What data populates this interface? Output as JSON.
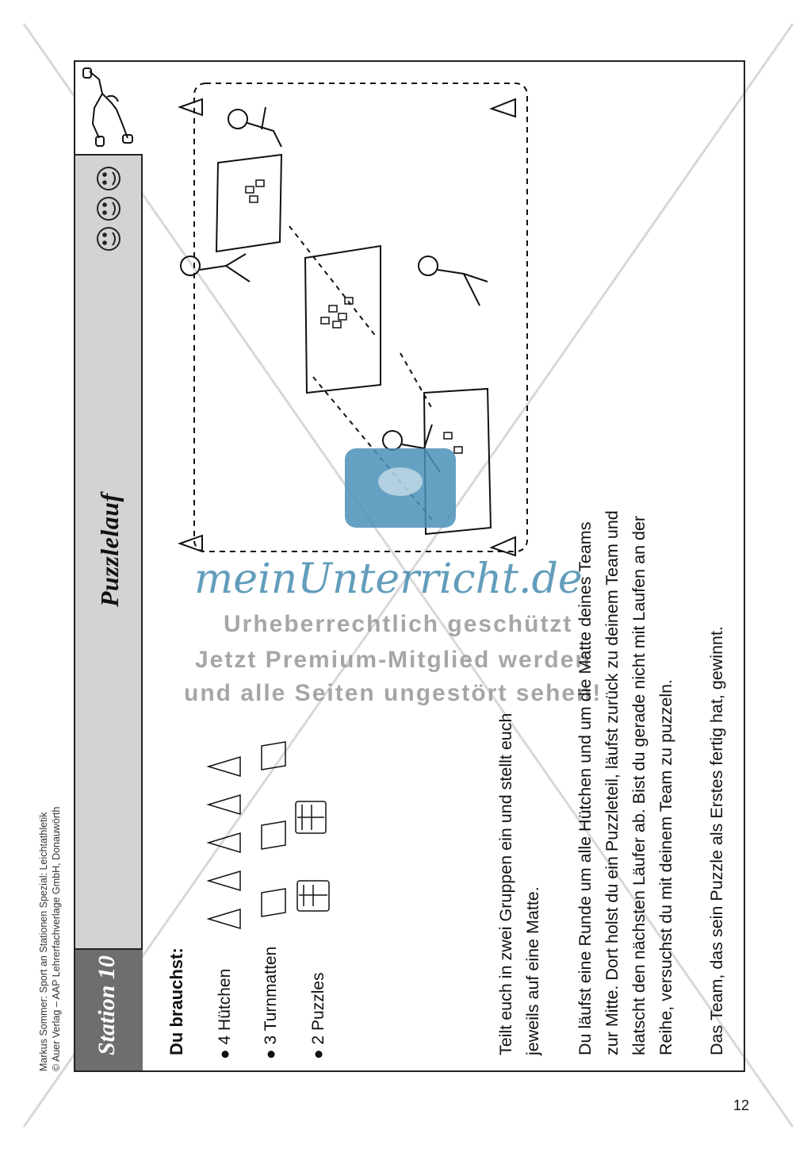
{
  "meta": {
    "line1": "Markus Sommer: Sport an Stationen Spezial: Leichtathletik",
    "line2": "© Auer Verlag – AAP Lehrerfachverlage GmbH, Donauwörth"
  },
  "card": {
    "station": "Station 10",
    "title": "Puzzlelauf",
    "difficulty_icon": "smiley-icon"
  },
  "materials": {
    "heading": "Du brauchst:",
    "items": [
      {
        "label": "4 Hütchen",
        "icon": "cone-icon"
      },
      {
        "label": "3 Turnmatten",
        "icon": "mat-icon"
      },
      {
        "label": "2 Puzzles",
        "icon": "puzzle-icon"
      }
    ]
  },
  "instructions": {
    "p1_l1": "Teilt euch in zwei Gruppen ein und stellt euch",
    "p1_l2": "jeweils auf eine Matte.",
    "p2_l1": "Du läufst eine Runde um alle Hütchen und um die Matte deines Teams",
    "p2_l2": "zur Mitte. Dort holst du ein Puzzleteil, läufst zurück zu deinem Team und",
    "p2_l3": "klatscht den nächsten Läufer ab. Bist du gerade nicht mit Laufen an der",
    "p2_l4": "Reihe, versuchst du mit deinem Team zu puzzeln.",
    "p3": "Das Team, das sein Puzzle als Erstes fertig hat, gewinnt."
  },
  "watermark": {
    "logo": "meinUnterricht.de",
    "line1": "Urheberrechtlich geschützt",
    "line2": "Jetzt Premium-Mitglied werden",
    "line3": "und alle Seiten ungestört sehen!"
  },
  "page_number": "12",
  "colors": {
    "band": "#d3d3d3",
    "station_box": "#6e6e6e",
    "watermark_blue": "#4a90b8"
  }
}
